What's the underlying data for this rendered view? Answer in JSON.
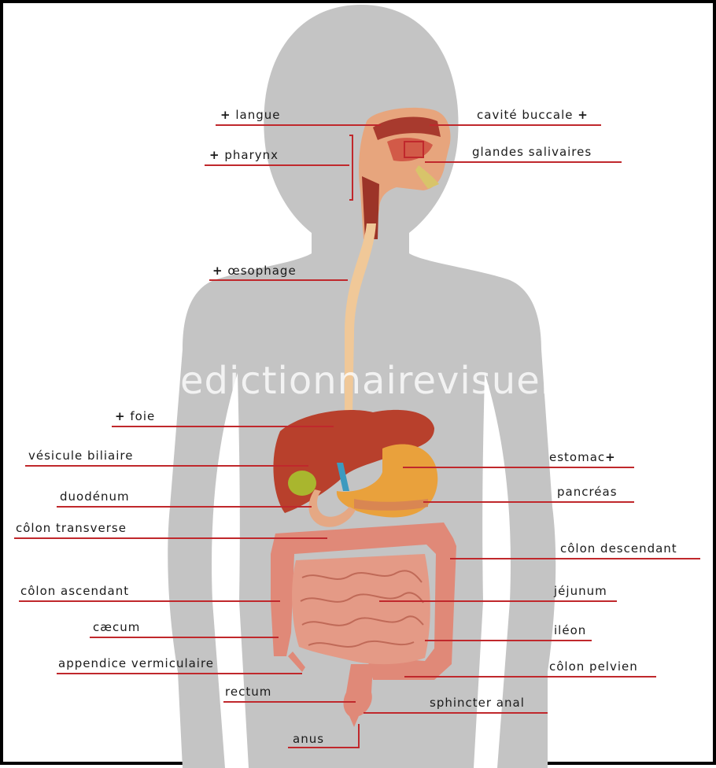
{
  "diagram": {
    "watermark": "www.ledictionnairevisuel.com",
    "plus_marker": "+",
    "label_left": {
      "langue": "langue",
      "pharynx": "pharynx",
      "oesophage": "œsophage",
      "foie": "foie",
      "vesicule": "vésicule biliaire",
      "duodenum": "duodénum",
      "colon_transverse": "côlon transverse",
      "colon_ascendant": "côlon ascendant",
      "caecum": "cæcum",
      "appendice": "appendice vermiculaire",
      "rectum": "rectum",
      "anus": "anus"
    },
    "label_right": {
      "cavite": "cavité buccale",
      "glandes": "glandes salivaires",
      "estomac": "estomac",
      "pancreas": "pancréas",
      "colon_descendant": "côlon descendant",
      "jejunum": "jéjunum",
      "ileon": "iléon",
      "colon_pelvien": "côlon pelvien",
      "sphincter": "sphincter anal"
    },
    "colors": {
      "silhouette": "#c4c4c4",
      "leader_line": "#c0282c",
      "liver": "#b8402c",
      "stomach": "#e9a13c",
      "intestine": "#e49a86",
      "colon": "#e08978",
      "esophagus": "#f0c898",
      "gallbladder": "#a9b62e"
    }
  }
}
